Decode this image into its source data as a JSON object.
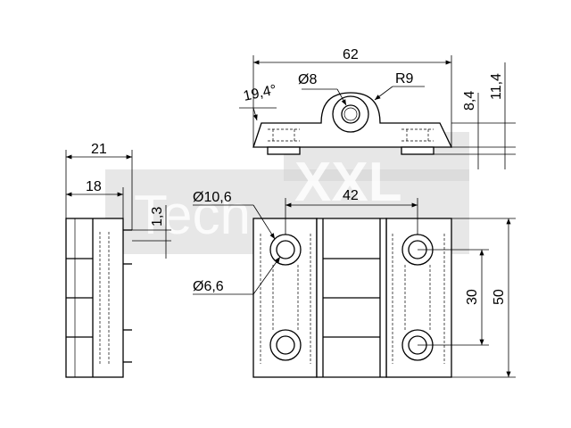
{
  "watermark": {
    "text_left": "Tech",
    "text_right": "XXL"
  },
  "dimensions": {
    "width_total": "62",
    "pin_diameter": "Ø8",
    "knuckle_radius": "R9",
    "angle": "19,4°",
    "height_knuckle_top": "8,4",
    "height_total_top": "11,4",
    "depth_total": "21",
    "depth_body": "18",
    "pin_offset": "1,3",
    "counterbore_diameter": "Ø10,6",
    "hole_spacing_horizontal": "42",
    "hole_diameter": "Ø6,6",
    "hole_spacing_vertical": "30",
    "height_total": "50"
  },
  "colors": {
    "line": "#000000",
    "watermark": "#d4d4d4",
    "background": "#ffffff"
  }
}
